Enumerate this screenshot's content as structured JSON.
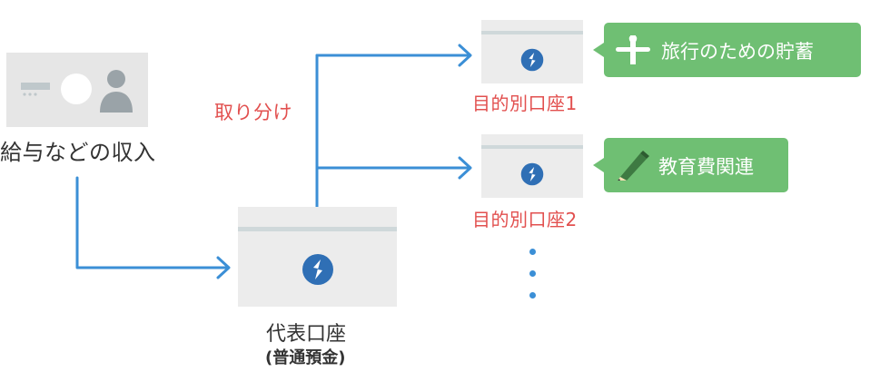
{
  "income": {
    "label": "給与などの収入"
  },
  "split_label": "取り分け",
  "main_account": {
    "label": "代表口座",
    "sublabel": "(普通預金)"
  },
  "sub_accounts": [
    {
      "label": "目的別口座1"
    },
    {
      "label": "目的別口座2"
    }
  ],
  "tags": [
    {
      "text": "旅行のための貯蓄",
      "icon": "airplane-icon"
    },
    {
      "text": "教育費関連",
      "icon": "pencil-icon"
    }
  ],
  "colors": {
    "arrow": "#3b8fd6",
    "red_label": "#e2504f",
    "tag_bg": "#6fbf73",
    "box_bg": "#ececec",
    "logo": "#2f6fb5"
  }
}
